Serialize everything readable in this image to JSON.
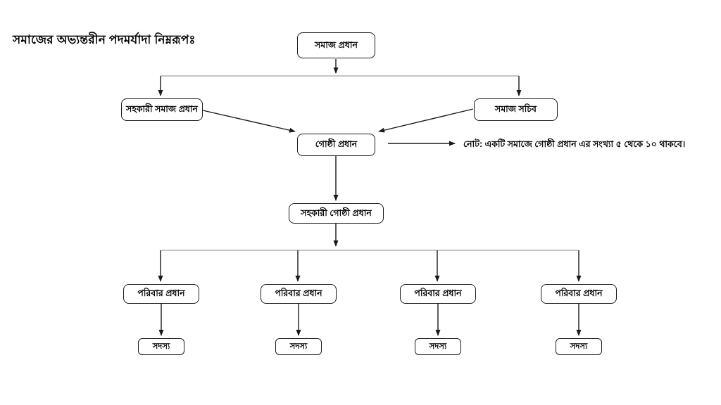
{
  "page": {
    "title": "সমাজের অভ্যন্তরীন পদমর্যাদা নিম্নরূপঃ",
    "background": "#ffffff"
  },
  "org_chart": {
    "type": "hierarchy-flowchart",
    "colors": {
      "arrow_line": "#1a1a1a",
      "rail_line": "#8a8a8a",
      "box_border": "#1c1c1c",
      "box_fill": "#ffffff",
      "text": "#000000"
    },
    "root": {
      "label": "সমাজ প্রধান"
    },
    "level2": [
      {
        "label": "সহকারী সমাজ প্রধান"
      },
      {
        "label": "সমাজ সচিব"
      }
    ],
    "level3": {
      "label": "গোষ্ঠী প্রধান"
    },
    "note": {
      "text": "নোট: একটি সমাজে গোষ্ঠী প্রধান এর সংখ্যা ৫ থেকে ১০ থাকবে।"
    },
    "level4": {
      "label": "সহকারী গোষ্ঠী প্রধান"
    },
    "branches": [
      {
        "family_head": "পরিবার প্রধান",
        "member": "সদস্য"
      },
      {
        "family_head": "পরিবার প্রধান",
        "member": "সদস্য"
      },
      {
        "family_head": "পরিবার প্রধান",
        "member": "সদস্য"
      },
      {
        "family_head": "পরিবার প্রধান",
        "member": "সদস্য"
      }
    ]
  }
}
